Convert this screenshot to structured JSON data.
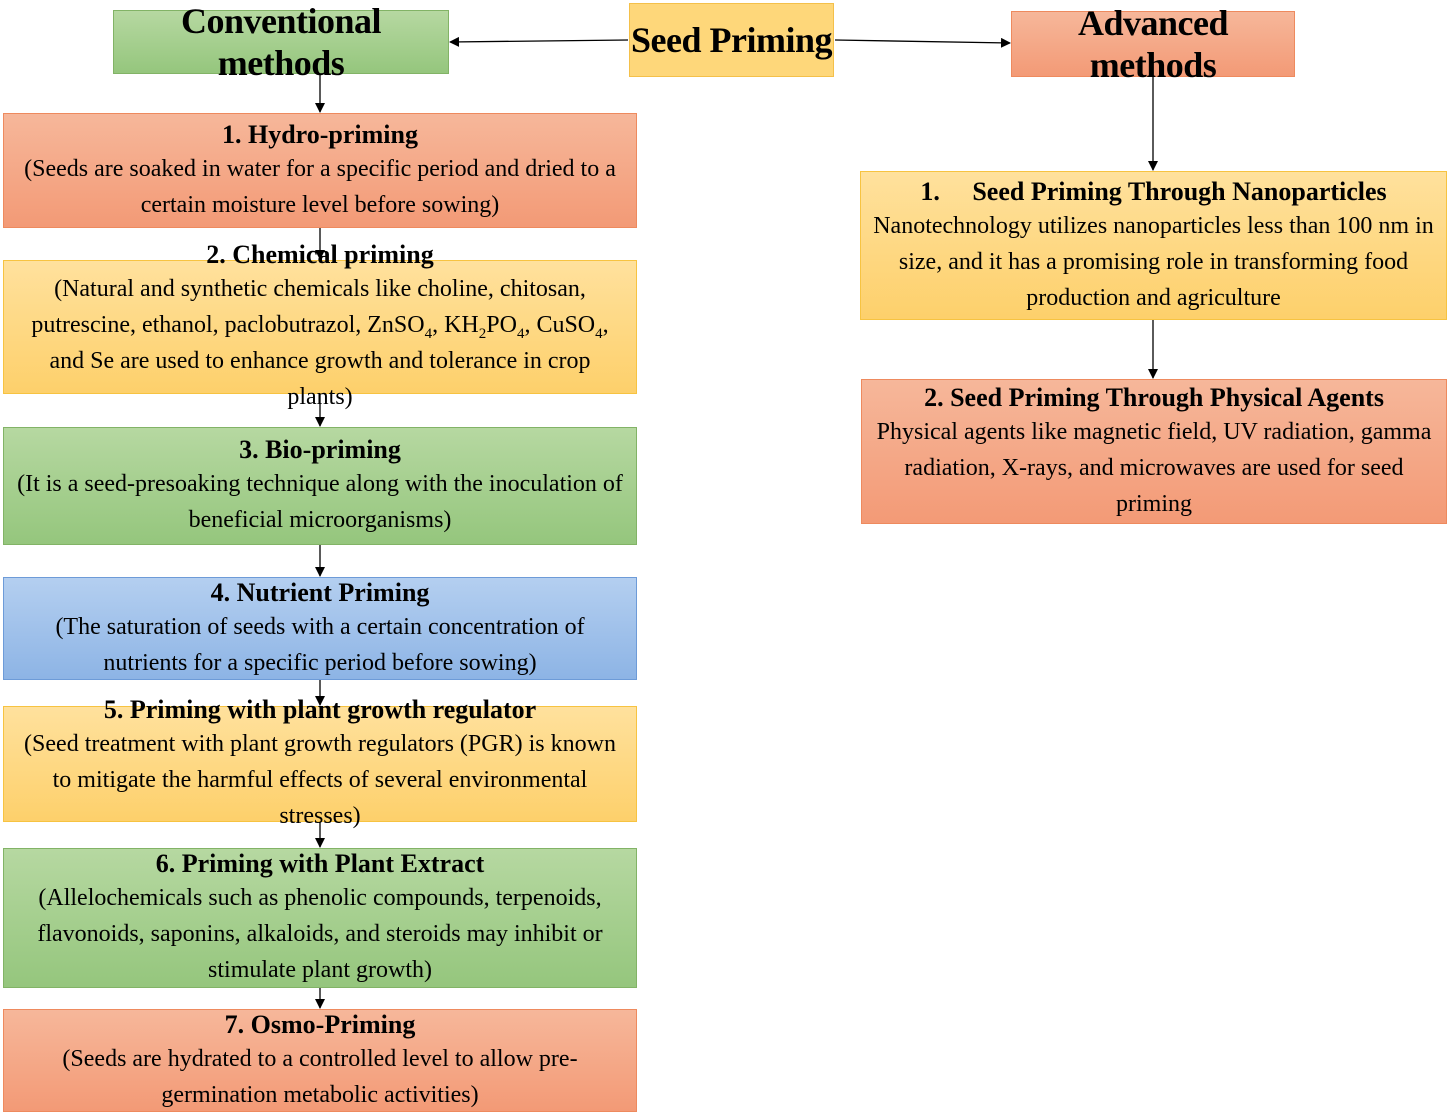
{
  "root": {
    "label": "Seed Priming"
  },
  "left_header": "Conventional methods",
  "right_header": "Advanced methods",
  "conventional": [
    {
      "title": "1. Hydro-priming",
      "description": "(Seeds are soaked in water for a specific period and dried to a certain moisture level before sowing)"
    },
    {
      "title": "2. Chemical priming",
      "description_parts": {
        "p1": "(Natural and synthetic chemicals like choline, chitosan, putrescine, ethanol, paclobutrazol, ZnSO",
        "s1": "4",
        "p2": ", KH",
        "s2": "2",
        "p3": "PO",
        "s3": "4",
        "p4": ", CuSO",
        "s4": "4",
        "p5": ", and Se are used to enhance growth and tolerance in crop plants)"
      }
    },
    {
      "title": "3. Bio-priming",
      "description": "(It is a seed-presoaking technique along with the inoculation of beneficial microorganisms)"
    },
    {
      "title": "4. Nutrient Priming",
      "description": "(The saturation of seeds with a certain concentration of nutrients for a specific period before sowing)"
    },
    {
      "title": "5. Priming with plant growth regulator",
      "description": "(Seed treatment with plant growth regulators (PGR) is known to mitigate the harmful effects of several environmental stresses)"
    },
    {
      "title": "6. Priming with Plant Extract",
      "description": "(Allelochemicals such as phenolic compounds, terpenoids, flavonoids, saponins, alkaloids, and steroids may inhibit or stimulate plant growth)"
    },
    {
      "title": "7. Osmo-Priming",
      "description": "(Seeds are hydrated to a controlled level to allow pre-germination metabolic activities)"
    }
  ],
  "advanced": [
    {
      "title": "1.     Seed Priming Through Nanoparticles",
      "description": "Nanotechnology utilizes nanoparticles less than 100 nm in size, and it has a promising role in transforming food production and agriculture"
    },
    {
      "title": "2. Seed Priming Through Physical Agents",
      "description": "Physical agents like magnetic field, UV radiation, gamma radiation, X-rays, and microwaves are used for seed priming"
    }
  ]
}
